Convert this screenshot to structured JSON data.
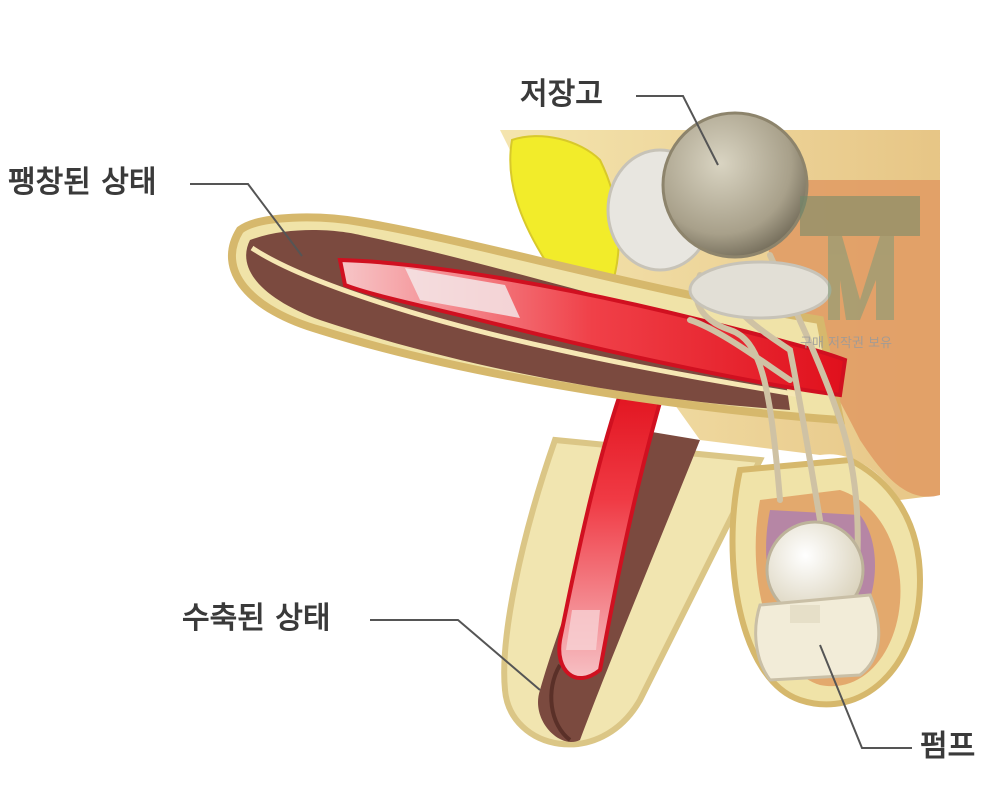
{
  "labels": {
    "reservoir": "저장고",
    "inflated": "팽창된 상태",
    "deflated": "수축된 상태",
    "pump": "펌프"
  },
  "watermark": {
    "text": "구매 저작권 보유"
  },
  "colors": {
    "skin": "#ead58b",
    "skin_outline": "#c9a85a",
    "shaft_brown": "#7b4a3f",
    "cylinder_red": "#e8202a",
    "tube": "#d8cbb0",
    "reservoir": "#b8b09a",
    "pump": "#f2ecd8",
    "leader_line": "#555555"
  }
}
